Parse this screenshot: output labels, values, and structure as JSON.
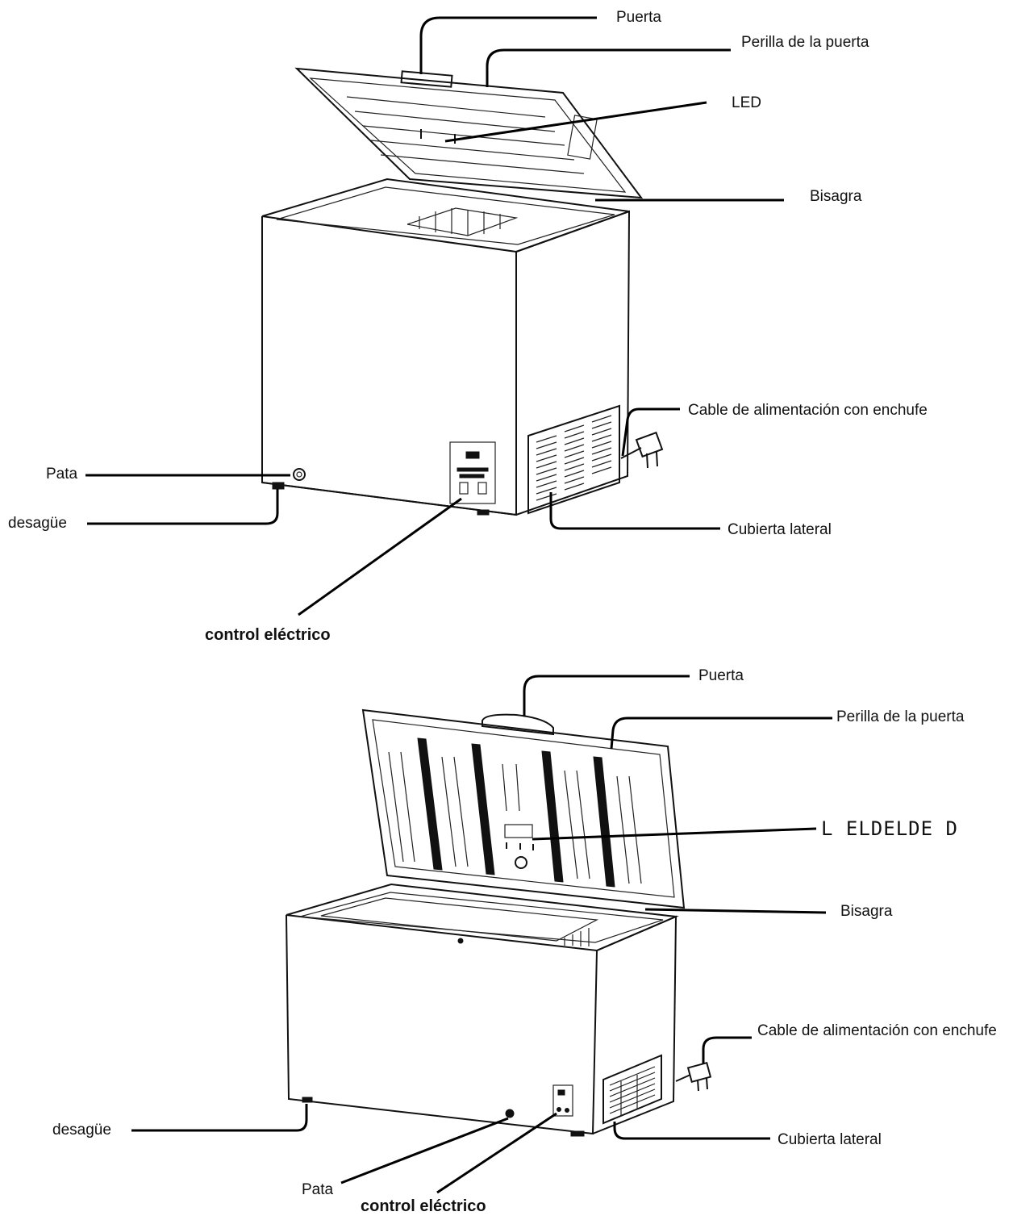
{
  "top_diagram": {
    "labels": {
      "puerta": "Puerta",
      "perilla": "Perilla de la puerta",
      "led": "LED",
      "bisagra": "Bisagra",
      "cable": "Cable de alimentación con enchufe",
      "pata": "Pata",
      "desague": "desagüe",
      "cubierta": "Cubierta lateral",
      "control": "control eléctrico"
    }
  },
  "bottom_diagram": {
    "labels": {
      "puerta": "Puerta",
      "perilla": "Perilla de la puerta",
      "led": "L ELDELDE D",
      "bisagra": "Bisagra",
      "cable": "Cable de alimentación con enchufe",
      "desague": "desagüe",
      "cubierta": "Cubierta lateral",
      "pata": "Pata",
      "control": "control eléctrico"
    }
  }
}
